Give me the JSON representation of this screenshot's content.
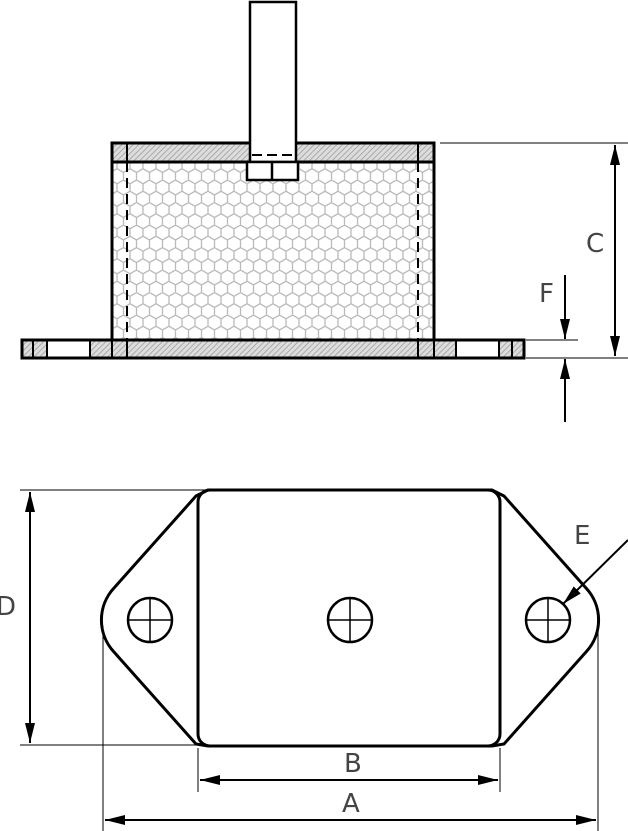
{
  "labels": {
    "A": "A",
    "B": "B",
    "C": "C",
    "D": "D",
    "E": "E",
    "F": "F"
  },
  "colors": {
    "line": "#000000",
    "hatch": "#999999",
    "hex": "#bbbbbb",
    "label": "#444444"
  }
}
